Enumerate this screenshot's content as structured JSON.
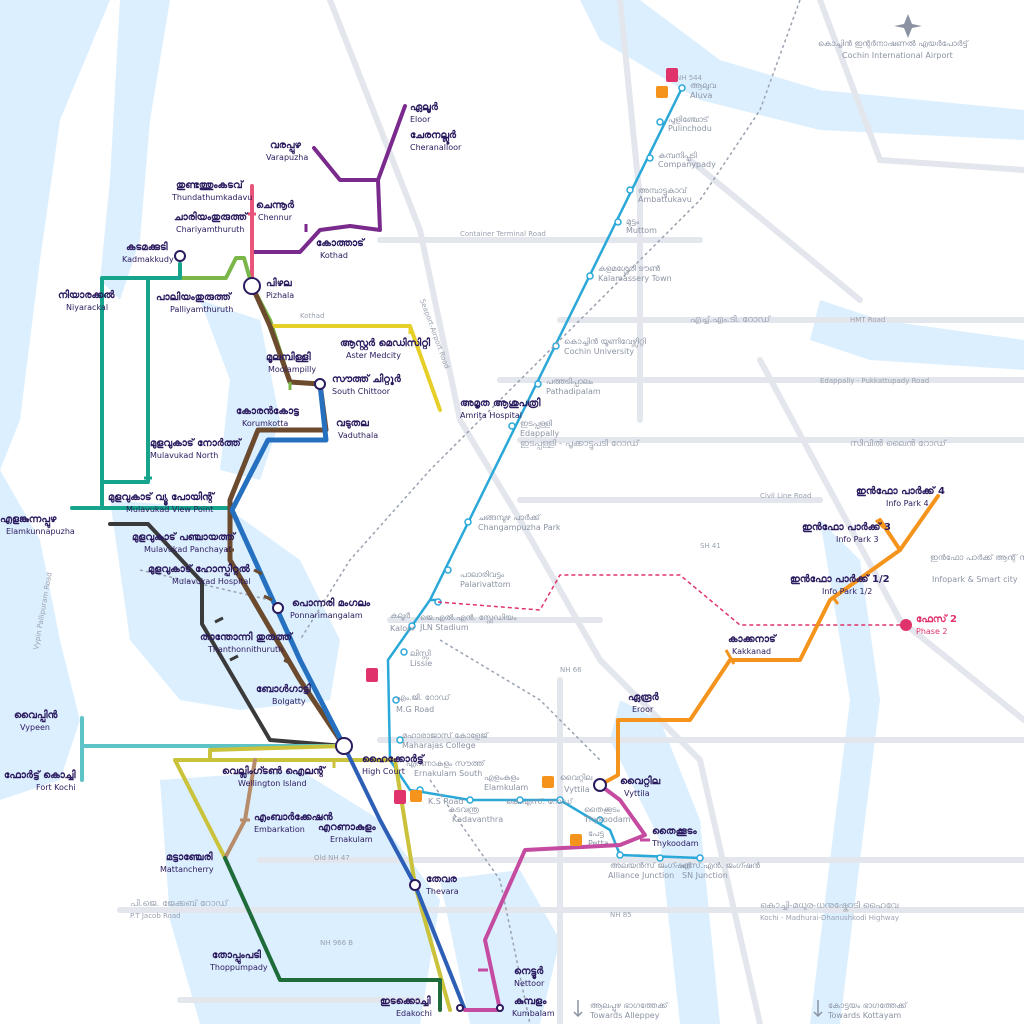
{
  "airport": {
    "ml": "കൊച്ചിൻ ഇന്റർനാഷണൽ എയർപോർട്ട്",
    "en": "Cochin International Airport"
  },
  "phase2": {
    "ml": "ഫേസ് 2",
    "en": "Phase 2"
  },
  "stations": {
    "eloor": {
      "ml": "ഏലൂർ",
      "en": "Eloor"
    },
    "cheranalloor": {
      "ml": "ചേരനല്ലൂർ",
      "en": "Cheranalloor"
    },
    "varapuzha": {
      "ml": "വരപ്പുഴ",
      "en": "Varapuzha"
    },
    "thundathumkadavu": {
      "ml": "തുണ്ടത്തുംകടവ്",
      "en": "Thundathumkadavu"
    },
    "chennur": {
      "ml": "ചെന്നൂർ",
      "en": "Chennur"
    },
    "chariyamthuruth": {
      "ml": "ചാരിയംതുരുത്ത്",
      "en": "Chariyamthuruth"
    },
    "kadamakkudy": {
      "ml": "കടമക്കുടി",
      "en": "Kadmakkudy"
    },
    "kothad": {
      "ml": "കോത്താട്",
      "en": "Kothad"
    },
    "pizhala": {
      "ml": "പിഴല",
      "en": "Pizhala"
    },
    "palliyamthuruth": {
      "ml": "പാലിയംതുരുത്ത്",
      "en": "Palliyamthuruth"
    },
    "niyarackal": {
      "ml": "നിയാരക്കൽ",
      "en": "Niyarackal"
    },
    "aster": {
      "ml": "ആസ്റ്റർ മെഡിസിറ്റി",
      "en": "Aster Medcity"
    },
    "moolampilly": {
      "ml": "മൂലമ്പിള്ളി",
      "en": "Moolampilly"
    },
    "southchittoor": {
      "ml": "സൗത്ത് ചിറ്റൂർ",
      "en": "South Chittoor"
    },
    "amrita": {
      "ml": "അമൃത ആശുപത്രി",
      "en": "Amrita Hospital"
    },
    "korumkotta": {
      "ml": "കോരൻകോട്ട",
      "en": "Korumkotta"
    },
    "vaduthala": {
      "ml": "വടുതല",
      "en": "Vaduthala"
    },
    "mulavukadnorth": {
      "ml": "മുളവുകാട് നോർത്ത്",
      "en": "Mulavukad North"
    },
    "mulavukadview": {
      "ml": "മുളവുകാട് വ്യൂ പോയിന്റ്",
      "en": "Mulavukad View Point"
    },
    "elamkunnapuzha": {
      "ml": "എളങ്കുന്നപ്പുഴ",
      "en": "Elamkunnapuzha"
    },
    "mulavukadpanchayat": {
      "ml": "മുളവുകാട് പഞ്ചായത്ത്",
      "en": "Mulavukad Panchayat"
    },
    "mulavukadhospital": {
      "ml": "മുളവുകാട് ഹോസ്പിറ്റൽ",
      "en": "Mulavukad Hospital"
    },
    "ponnarimangalam": {
      "ml": "പൊന്നരി മംഗലം",
      "en": "Ponnarimangalam"
    },
    "thanthonnithuruth": {
      "ml": "താന്തോന്നി തുരുത്ത്",
      "en": "Thanthonnithuruth"
    },
    "bolgatty": {
      "ml": "ബോൾഗാട്ടി",
      "en": "Bolgatty"
    },
    "vypeen": {
      "ml": "വൈപ്പിൻ",
      "en": "Vypeen"
    },
    "fortkochi": {
      "ml": "ഫോർട്ട് കൊച്ചി",
      "en": "Fort Kochi"
    },
    "highcourt": {
      "ml": "ഹൈക്കോർട്ട്",
      "en": "High Court"
    },
    "wellington": {
      "ml": "വെല്ലിംഗ്ടൺ ഐലന്റ്",
      "en": "Wellington Island"
    },
    "embarkation": {
      "ml": "എംബാർക്കേഷൻ",
      "en": "Embarkation"
    },
    "ernakulam": {
      "ml": "എറണാകുളം",
      "en": "Ernakulam"
    },
    "mattancherry": {
      "ml": "മട്ടാഞ്ചേരി",
      "en": "Mattancherry"
    },
    "thevara": {
      "ml": "തേവര",
      "en": "Thevara"
    },
    "thoppumpady": {
      "ml": "തോപ്പുംപടി",
      "en": "Thoppumpady"
    },
    "edakochi": {
      "ml": "ഇടക്കൊച്ചി",
      "en": "Edakochi"
    },
    "kumbalam": {
      "ml": "കുമ്പളം",
      "en": "Kumbalam"
    },
    "nettoor": {
      "ml": "നെട്ടൂർ",
      "en": "Nettoor"
    },
    "thykoodam": {
      "ml": "തൈക്കൂടം",
      "en": "Thykoodam"
    },
    "vyttila": {
      "ml": "വൈറ്റില",
      "en": "Vyttila"
    },
    "eroor": {
      "ml": "ഏരൂർ",
      "en": "Eroor"
    },
    "kakkanad": {
      "ml": "കാക്കനാട്",
      "en": "Kakkanad"
    },
    "infopark12": {
      "ml": "ഇൻഫോ പാർക്ക് 1/2",
      "en": "Info Park 1/2"
    },
    "infopark3": {
      "ml": "ഇൻഫോ പാർക്ക് 3",
      "en": "Info Park 3"
    },
    "infopark4": {
      "ml": "ഇൻഫോ പാർക്ക് 4",
      "en": "Info Park 4"
    },
    "infopark_smart": {
      "ml": "ഇൻഫോ പാർക്ക് ആന്റ് സ്മാർട്ട് സിറ്റി",
      "en": "Infopark & Smart city"
    }
  },
  "metro": [
    {
      "ml": "ആലുവ",
      "en": "Aluva"
    },
    {
      "ml": "പുളിഞ്ചോട്",
      "en": "Pulinchodu"
    },
    {
      "ml": "കമ്പനിപ്പടി",
      "en": "Companypady"
    },
    {
      "ml": "അമ്പാട്ടുകാവ്",
      "en": "Ambattukavu"
    },
    {
      "ml": "മുട്ടം",
      "en": "Muttom"
    },
    {
      "ml": "കളമശ്ശേരി ടൗൺ",
      "en": "Kalamassery Town"
    },
    {
      "ml": "കൊച്ചിൻ യൂണിവേഴ്സിറ്റി",
      "en": "Cochin University"
    },
    {
      "ml": "പത്തടിപ്പാലം",
      "en": "Pathadipalam"
    },
    {
      "ml": "ഇടപ്പള്ളി",
      "en": "Edappally"
    },
    {
      "ml": "ചങ്ങമ്പുഴ പാർക്ക്",
      "en": "Changampuzha Park"
    },
    {
      "ml": "പാലാരിവട്ടം",
      "en": "Palarivattom"
    },
    {
      "ml": "ജെ.എൽ.എൻ. സ്റ്റേഡിയം",
      "en": "JLN Stadium"
    },
    {
      "ml": "കലൂർ",
      "en": "Kaloor"
    },
    {
      "ml": "ലിസ്സി",
      "en": "Lissie"
    },
    {
      "ml": "എം.ജി. റോഡ്",
      "en": "M.G Road"
    },
    {
      "ml": "മഹാരാജാസ് കോളേജ്",
      "en": "Maharajas College"
    },
    {
      "ml": "എറണാകുളം സൗത്ത്",
      "en": "Ernakulam South"
    },
    {
      "ml": "കടവന്ത്ര",
      "en": "Kadavanthra"
    },
    {
      "ml": "എളംകുളം",
      "en": "Elamkulam"
    },
    {
      "ml": "വൈറ്റില",
      "en": "Vyttila"
    },
    {
      "ml": "തൈക്കൂടം",
      "en": "Thykoodam"
    },
    {
      "ml": "പേട്ട",
      "en": "Petta"
    },
    {
      "ml": "എസ്.എൻ. ജംഗ്ഷൻ",
      "en": "SN Junction"
    },
    {
      "ml": "അലയൻസ് ജംഗ്ഷൻ",
      "en": "Alliance Junction"
    },
    {
      "ml": "കെ.എസ്. റോഡ്",
      "en": "K.S Road"
    }
  ],
  "roads": [
    {
      "ml": "",
      "en": "Container Terminal Road"
    },
    {
      "ml": "എച്ച്.എം.ടി. റോഡ്",
      "en": "HMT Road"
    },
    {
      "ml": "",
      "en": "Edappally - Pukkattupady Road"
    },
    {
      "ml": "ഇടപ്പള്ളി - പൂക്കാട്ടുപടി റോഡ്",
      "en": ""
    },
    {
      "ml": "സിവിൽ ലൈൻ റോഡ്",
      "en": "Civil Line Road"
    },
    {
      "ml": "",
      "en": "NH 544"
    },
    {
      "ml": "",
      "en": "NH 66"
    },
    {
      "ml": "",
      "en": "Old NH 47"
    },
    {
      "ml": "പി.ജെ. ജേക്കബ് റോഡ്",
      "en": "P.T Jacob Road"
    },
    {
      "ml": "",
      "en": "NH 966 B"
    },
    {
      "ml": "",
      "en": "NH 85"
    },
    {
      "ml": "കൊച്ചി-മധുര-ധനുഷ്കോടി ഹൈവേ",
      "en": "Kochi - Madhurai-Dhanushkodi Highway"
    },
    {
      "ml": "",
      "en": "Vypin Pallipuram Road"
    },
    {
      "ml": "",
      "en": "Seaport-Airport Road"
    },
    {
      "ml": "",
      "en": "Kothad"
    },
    {
      "ml": "",
      "en": "SH 41"
    }
  ],
  "towards": [
    {
      "ml": "ആലപ്പുഴ ഭാഗത്തേക്ക്",
      "en": "Towards Alleppey"
    },
    {
      "ml": "കോട്ടയം ഭാഗത്തേക്ക്",
      "en": "Towards Kottayam"
    }
  ],
  "colors": {
    "water": "#dcefff",
    "road": "#e3e6ec",
    "purple": "#7a2a8c",
    "pink": "#e8547a",
    "green": "#7ab648",
    "teal": "#16a58c",
    "yellow": "#e7cf2a",
    "brown": "#6b4a2e",
    "blue": "#2670c0",
    "navy": "#3a3a3a",
    "cyan": "#31b0dc",
    "orange": "#f5941d",
    "darkgreen": "#1f6b3a",
    "royal": "#2e5fb6",
    "magenta": "#c44ba0",
    "olive": "#c9c23a",
    "metro": "#2aa8d8",
    "phase2": "#e0336b"
  }
}
